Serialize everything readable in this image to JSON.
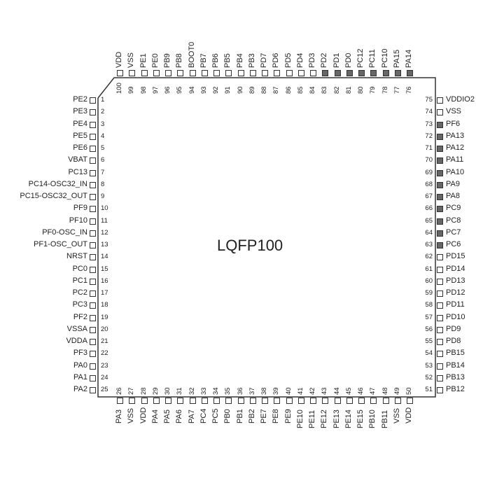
{
  "package": {
    "name": "LQFP100"
  },
  "colors": {
    "outline": "#333333",
    "filled_pin": "#666666",
    "open_pin": "#ffffff"
  },
  "pins": {
    "left": [
      {
        "n": "1",
        "name": "PE2",
        "filled": false
      },
      {
        "n": "2",
        "name": "PE3",
        "filled": false
      },
      {
        "n": "3",
        "name": "PE4",
        "filled": false
      },
      {
        "n": "4",
        "name": "PE5",
        "filled": false
      },
      {
        "n": "5",
        "name": "PE6",
        "filled": false
      },
      {
        "n": "6",
        "name": "VBAT",
        "filled": false
      },
      {
        "n": "7",
        "name": "PC13",
        "filled": false
      },
      {
        "n": "8",
        "name": "PC14-OSC32_IN",
        "filled": false
      },
      {
        "n": "9",
        "name": "PC15-OSC32_OUT",
        "filled": false
      },
      {
        "n": "10",
        "name": "PF9",
        "filled": false
      },
      {
        "n": "11",
        "name": "PF10",
        "filled": false
      },
      {
        "n": "12",
        "name": "PF0-OSC_IN",
        "filled": false
      },
      {
        "n": "13",
        "name": "PF1-OSC_OUT",
        "filled": false
      },
      {
        "n": "14",
        "name": "NRST",
        "filled": false
      },
      {
        "n": "15",
        "name": "PC0",
        "filled": false
      },
      {
        "n": "16",
        "name": "PC1",
        "filled": false
      },
      {
        "n": "17",
        "name": "PC2",
        "filled": false
      },
      {
        "n": "18",
        "name": "PC3",
        "filled": false
      },
      {
        "n": "19",
        "name": "PF2",
        "filled": false
      },
      {
        "n": "20",
        "name": "VSSA",
        "filled": false
      },
      {
        "n": "21",
        "name": "VDDA",
        "filled": false
      },
      {
        "n": "22",
        "name": "PF3",
        "filled": false
      },
      {
        "n": "23",
        "name": "PA0",
        "filled": false
      },
      {
        "n": "24",
        "name": "PA1",
        "filled": false
      },
      {
        "n": "25",
        "name": "PA2",
        "filled": false
      }
    ],
    "bottom": [
      {
        "n": "26",
        "name": "PA3",
        "filled": false
      },
      {
        "n": "27",
        "name": "VSS",
        "filled": false
      },
      {
        "n": "28",
        "name": "VDD",
        "filled": false
      },
      {
        "n": "29",
        "name": "PA4",
        "filled": false
      },
      {
        "n": "30",
        "name": "PA5",
        "filled": false
      },
      {
        "n": "31",
        "name": "PA6",
        "filled": false
      },
      {
        "n": "32",
        "name": "PA7",
        "filled": false
      },
      {
        "n": "33",
        "name": "PC4",
        "filled": false
      },
      {
        "n": "34",
        "name": "PC5",
        "filled": false
      },
      {
        "n": "35",
        "name": "PB0",
        "filled": false
      },
      {
        "n": "36",
        "name": "PB1",
        "filled": false
      },
      {
        "n": "37",
        "name": "PB2",
        "filled": false
      },
      {
        "n": "38",
        "name": "PE7",
        "filled": false
      },
      {
        "n": "39",
        "name": "PE8",
        "filled": false
      },
      {
        "n": "40",
        "name": "PE9",
        "filled": false
      },
      {
        "n": "41",
        "name": "PE10",
        "filled": false
      },
      {
        "n": "42",
        "name": "PE11",
        "filled": false
      },
      {
        "n": "43",
        "name": "PE12",
        "filled": false
      },
      {
        "n": "44",
        "name": "PE13",
        "filled": false
      },
      {
        "n": "45",
        "name": "PE14",
        "filled": false
      },
      {
        "n": "46",
        "name": "PE15",
        "filled": false
      },
      {
        "n": "47",
        "name": "PB10",
        "filled": false
      },
      {
        "n": "48",
        "name": "PB11",
        "filled": false
      },
      {
        "n": "49",
        "name": "VSS",
        "filled": false
      },
      {
        "n": "50",
        "name": "VDD",
        "filled": false
      }
    ],
    "right": [
      {
        "n": "75",
        "name": "VDDIO2",
        "filled": false
      },
      {
        "n": "74",
        "name": "VSS",
        "filled": false
      },
      {
        "n": "73",
        "name": "PF6",
        "filled": true
      },
      {
        "n": "72",
        "name": "PA13",
        "filled": true
      },
      {
        "n": "71",
        "name": "PA12",
        "filled": true
      },
      {
        "n": "70",
        "name": "PA11",
        "filled": true
      },
      {
        "n": "69",
        "name": "PA10",
        "filled": true
      },
      {
        "n": "68",
        "name": "PA9",
        "filled": true
      },
      {
        "n": "67",
        "name": "PA8",
        "filled": true
      },
      {
        "n": "66",
        "name": "PC9",
        "filled": true
      },
      {
        "n": "65",
        "name": "PC8",
        "filled": true
      },
      {
        "n": "64",
        "name": "PC7",
        "filled": true
      },
      {
        "n": "63",
        "name": "PC6",
        "filled": true
      },
      {
        "n": "62",
        "name": "PD15",
        "filled": false
      },
      {
        "n": "61",
        "name": "PD14",
        "filled": false
      },
      {
        "n": "60",
        "name": "PD13",
        "filled": false
      },
      {
        "n": "59",
        "name": "PD12",
        "filled": false
      },
      {
        "n": "58",
        "name": "PD11",
        "filled": false
      },
      {
        "n": "57",
        "name": "PD10",
        "filled": false
      },
      {
        "n": "56",
        "name": "PD9",
        "filled": false
      },
      {
        "n": "55",
        "name": "PD8",
        "filled": false
      },
      {
        "n": "54",
        "name": "PB15",
        "filled": false
      },
      {
        "n": "53",
        "name": "PB14",
        "filled": false
      },
      {
        "n": "52",
        "name": "PB13",
        "filled": false
      },
      {
        "n": "51",
        "name": "PB12",
        "filled": false
      }
    ],
    "top": [
      {
        "n": "100",
        "name": "VDD",
        "filled": false
      },
      {
        "n": "99",
        "name": "VSS",
        "filled": false
      },
      {
        "n": "98",
        "name": "PE1",
        "filled": false
      },
      {
        "n": "97",
        "name": "PE0",
        "filled": false
      },
      {
        "n": "96",
        "name": "PB9",
        "filled": false
      },
      {
        "n": "95",
        "name": "PB8",
        "filled": false
      },
      {
        "n": "94",
        "name": "BOOT0",
        "filled": false
      },
      {
        "n": "93",
        "name": "PB7",
        "filled": false
      },
      {
        "n": "92",
        "name": "PB6",
        "filled": false
      },
      {
        "n": "91",
        "name": "PB5",
        "filled": false
      },
      {
        "n": "90",
        "name": "PB4",
        "filled": false
      },
      {
        "n": "89",
        "name": "PB3",
        "filled": false
      },
      {
        "n": "88",
        "name": "PD7",
        "filled": false
      },
      {
        "n": "87",
        "name": "PD6",
        "filled": false
      },
      {
        "n": "86",
        "name": "PD5",
        "filled": false
      },
      {
        "n": "85",
        "name": "PD4",
        "filled": false
      },
      {
        "n": "84",
        "name": "PD3",
        "filled": false
      },
      {
        "n": "83",
        "name": "PD2",
        "filled": true
      },
      {
        "n": "82",
        "name": "PD1",
        "filled": true
      },
      {
        "n": "81",
        "name": "PD0",
        "filled": true
      },
      {
        "n": "80",
        "name": "PC12",
        "filled": true
      },
      {
        "n": "79",
        "name": "PC11",
        "filled": true
      },
      {
        "n": "78",
        "name": "PC10",
        "filled": true
      },
      {
        "n": "77",
        "name": "PA15",
        "filled": true
      },
      {
        "n": "76",
        "name": "PA14",
        "filled": true
      }
    ]
  }
}
